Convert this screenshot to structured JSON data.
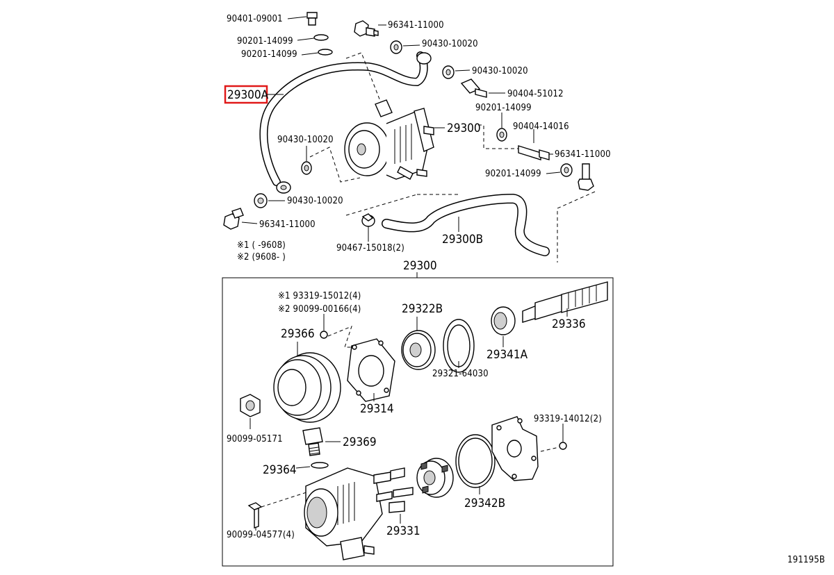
{
  "diagram": {
    "image_code": "191195B",
    "highlighted_part": "29300A",
    "notes": {
      "note1": "※1 ( -9608)",
      "note2": "※2 (9608- )"
    },
    "upper_labels": {
      "p1": "90401-09001",
      "p2": "96341-11000",
      "p3": "90201-14099",
      "p4": "90201-14099",
      "p5": "90430-10020",
      "p6": "90430-10020",
      "p7": "29300A",
      "p8": "90404-51012",
      "p9": "90201-14099",
      "p10": "29300",
      "p11": "90404-14016",
      "p12": "90430-10020",
      "p13": "96341-11000",
      "p14": "90201-14099",
      "p15": "90430-10020",
      "p16": "96341-11000",
      "p17": "90467-15018(2)",
      "p18": "29300B"
    },
    "box_title": "29300",
    "lower_labels": {
      "l1": "※1 93319-15012(4)",
      "l2": "※2 90099-00166(4)",
      "l3": "29322B",
      "l4": "29336",
      "l5": "29366",
      "l6": "29341A",
      "l7": "29321-64030",
      "l8": "29314",
      "l9": "90099-05171",
      "l10": "93319-14012(2)",
      "l11": "29369",
      "l12": "29364",
      "l13": "29342B",
      "l14": "90099-04577(4)",
      "l15": "29331"
    }
  }
}
